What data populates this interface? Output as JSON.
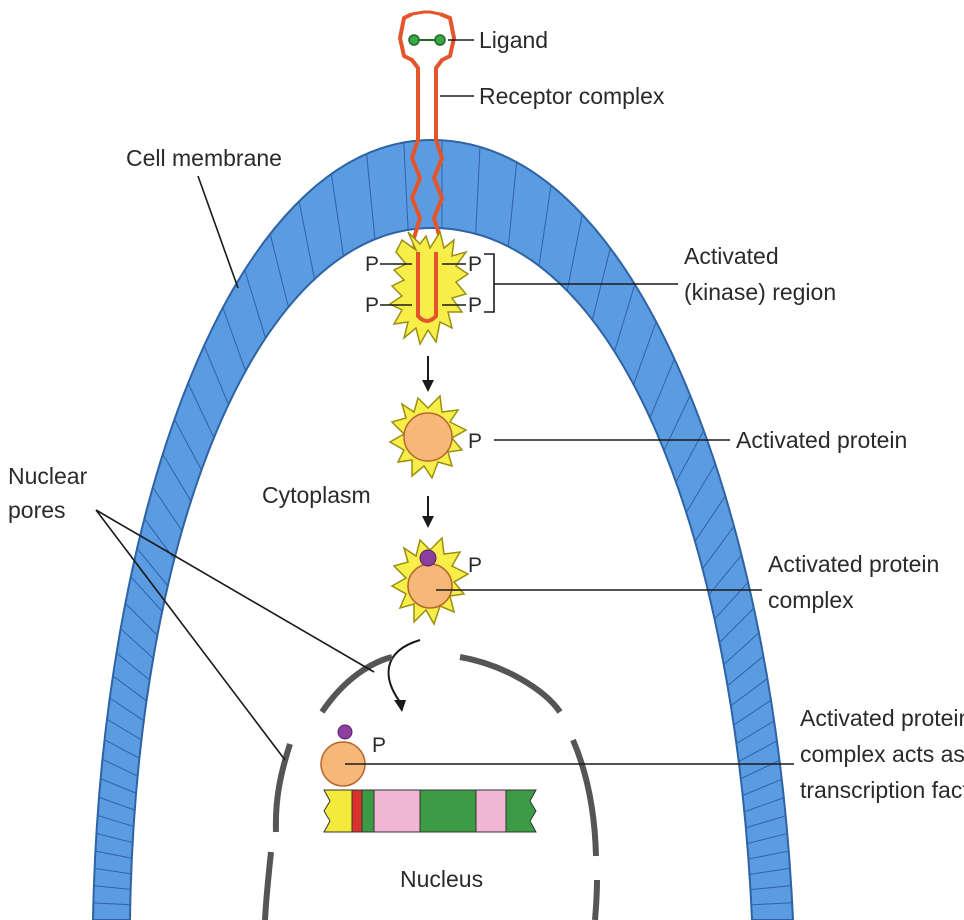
{
  "labels": {
    "ligand": "Ligand",
    "receptor_complex": "Receptor complex",
    "cell_membrane": "Cell membrane",
    "activated_kinase_1": "Activated",
    "activated_kinase_2": "(kinase) region",
    "activated_protein": "Activated protein",
    "cytoplasm": "Cytoplasm",
    "nuclear_pores_1": "Nuclear",
    "nuclear_pores_2": "pores",
    "activated_protein_complex_1": "Activated protein",
    "activated_protein_complex_2": "complex",
    "transcription_factor_1": "Activated protein",
    "transcription_factor_2": "complex acts as a",
    "transcription_factor_3": "transcription factor",
    "nucleus": "Nucleus",
    "phosphate": "P"
  },
  "colors": {
    "membrane": "#5b9be0",
    "membrane_dark": "#2e63a6",
    "receptor": "#e4552c",
    "kinase_burst": "#f7ee4a",
    "protein": "#f5b878",
    "ligand": "#3aa845",
    "purple": "#8b3f9e",
    "nuclear_envelope": "#555555",
    "dna_green": "#3c9b45",
    "dna_pink": "#f2b6d5",
    "dna_yellow": "#f4ea3c",
    "dna_red": "#d8332b"
  }
}
